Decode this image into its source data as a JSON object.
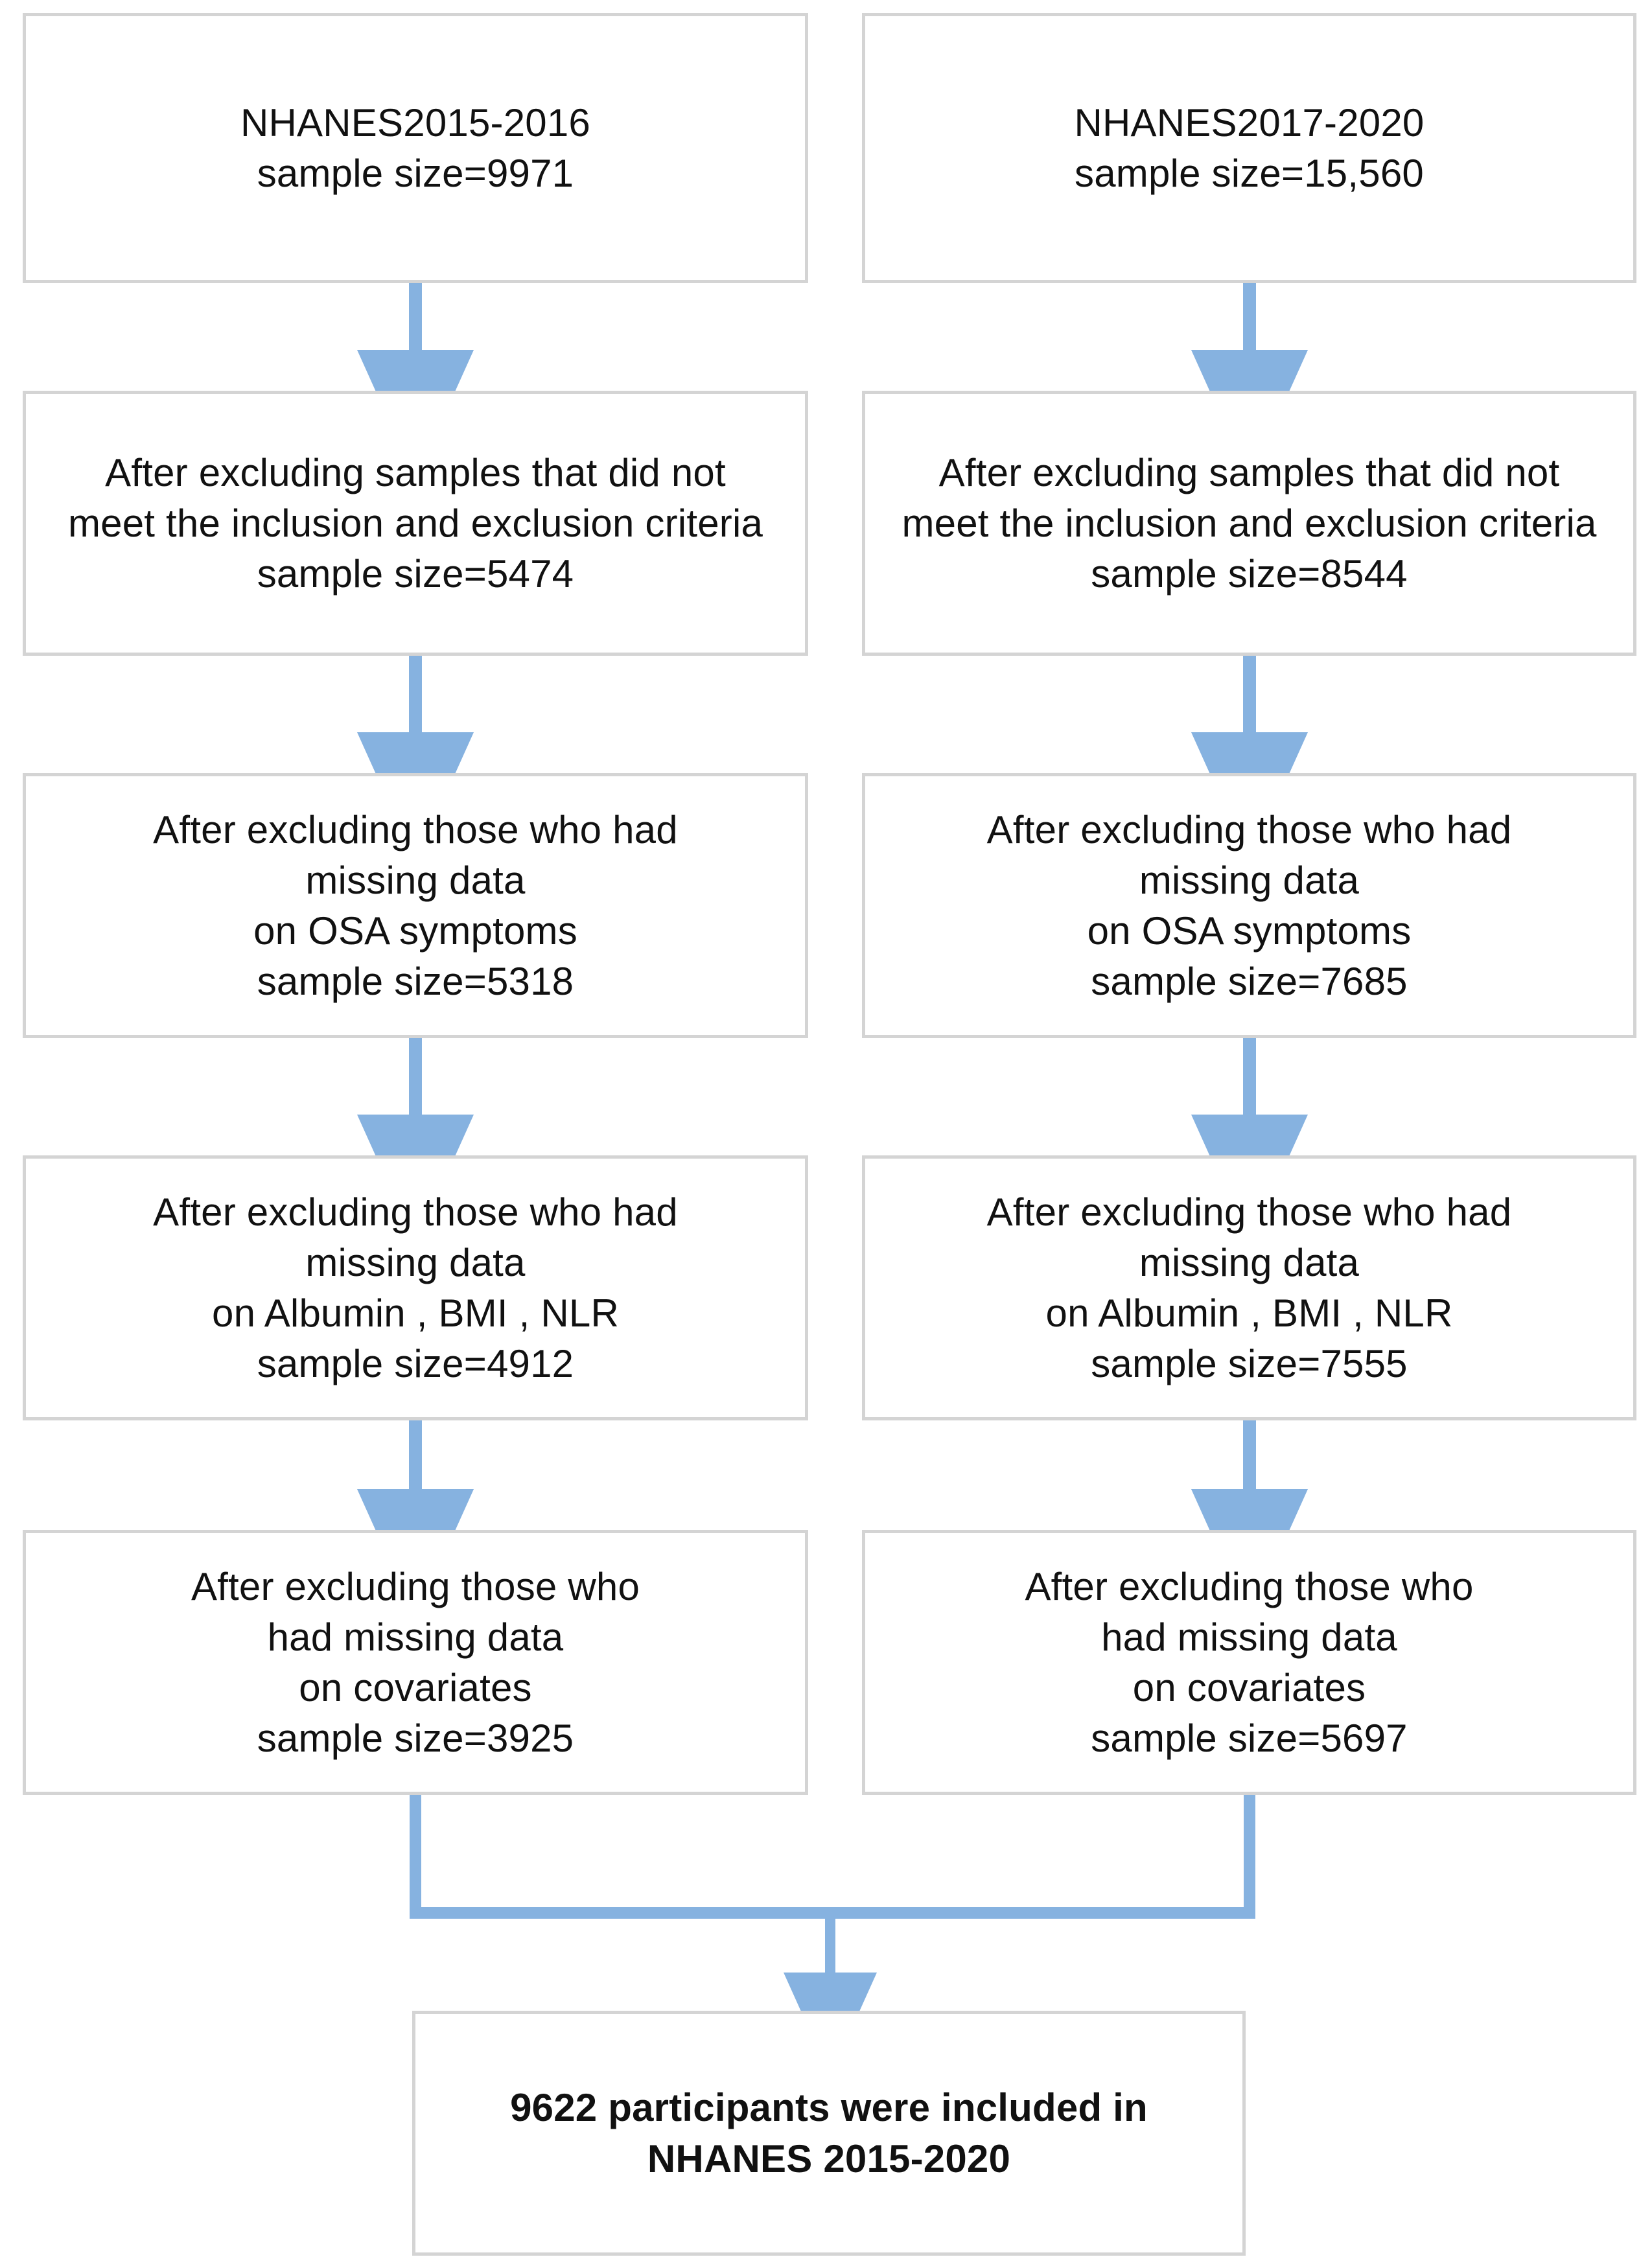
{
  "figure": {
    "type": "flowchart",
    "title": "NHANES participant selection flow diagram",
    "accent_color": "#86b2e0",
    "box_border_color": "#d4d4d4",
    "background_color": "#ffffff",
    "text_color": "#111111"
  },
  "columns": [
    {
      "id": "nhanes-2015-2016",
      "label": "NHANES2015-2016"
    },
    {
      "id": "nhanes-2017-2020",
      "label": "NHANES2017-2020"
    }
  ],
  "nodes": {
    "left": [
      {
        "id": "left-source",
        "text": "NHANES2015-2016\nsample size=9971",
        "sample_size": "9971"
      },
      {
        "id": "left-criteria",
        "text": "After excluding samples that did not\nmeet the inclusion and exclusion criteria\nsample size=5474",
        "sample_size": "5474"
      },
      {
        "id": "left-osa",
        "text": "After excluding those who had\nmissing data\non OSA symptoms\nsample size=5318",
        "sample_size": "5318"
      },
      {
        "id": "left-labs",
        "text": "After excluding those who had\nmissing data\non Albumin , BMI , NLR\nsample size=4912",
        "sample_size": "4912"
      },
      {
        "id": "left-covariates",
        "text": "After excluding those who\nhad missing data\non covariates\nsample size=3925",
        "sample_size": "3925"
      }
    ],
    "right": [
      {
        "id": "right-source",
        "text": "NHANES2017-2020\nsample size=15,560",
        "sample_size": "15,560"
      },
      {
        "id": "right-criteria",
        "text": "After excluding samples that did not\nmeet the inclusion and exclusion criteria\nsample size=8544",
        "sample_size": "8544"
      },
      {
        "id": "right-osa",
        "text": "After excluding those who had\nmissing data\non OSA symptoms\nsample size=7685",
        "sample_size": "7685"
      },
      {
        "id": "right-labs",
        "text": "After excluding those who had\nmissing data\non Albumin , BMI , NLR\nsample size=7555",
        "sample_size": "7555"
      },
      {
        "id": "right-covariates",
        "text": "After excluding those who\nhad missing data\non covariates\nsample size=5697",
        "sample_size": "5697"
      }
    ],
    "final": {
      "id": "final-included",
      "text": "9622 participants were included in\nNHANES 2015-2020",
      "sample_size": "9622"
    }
  }
}
